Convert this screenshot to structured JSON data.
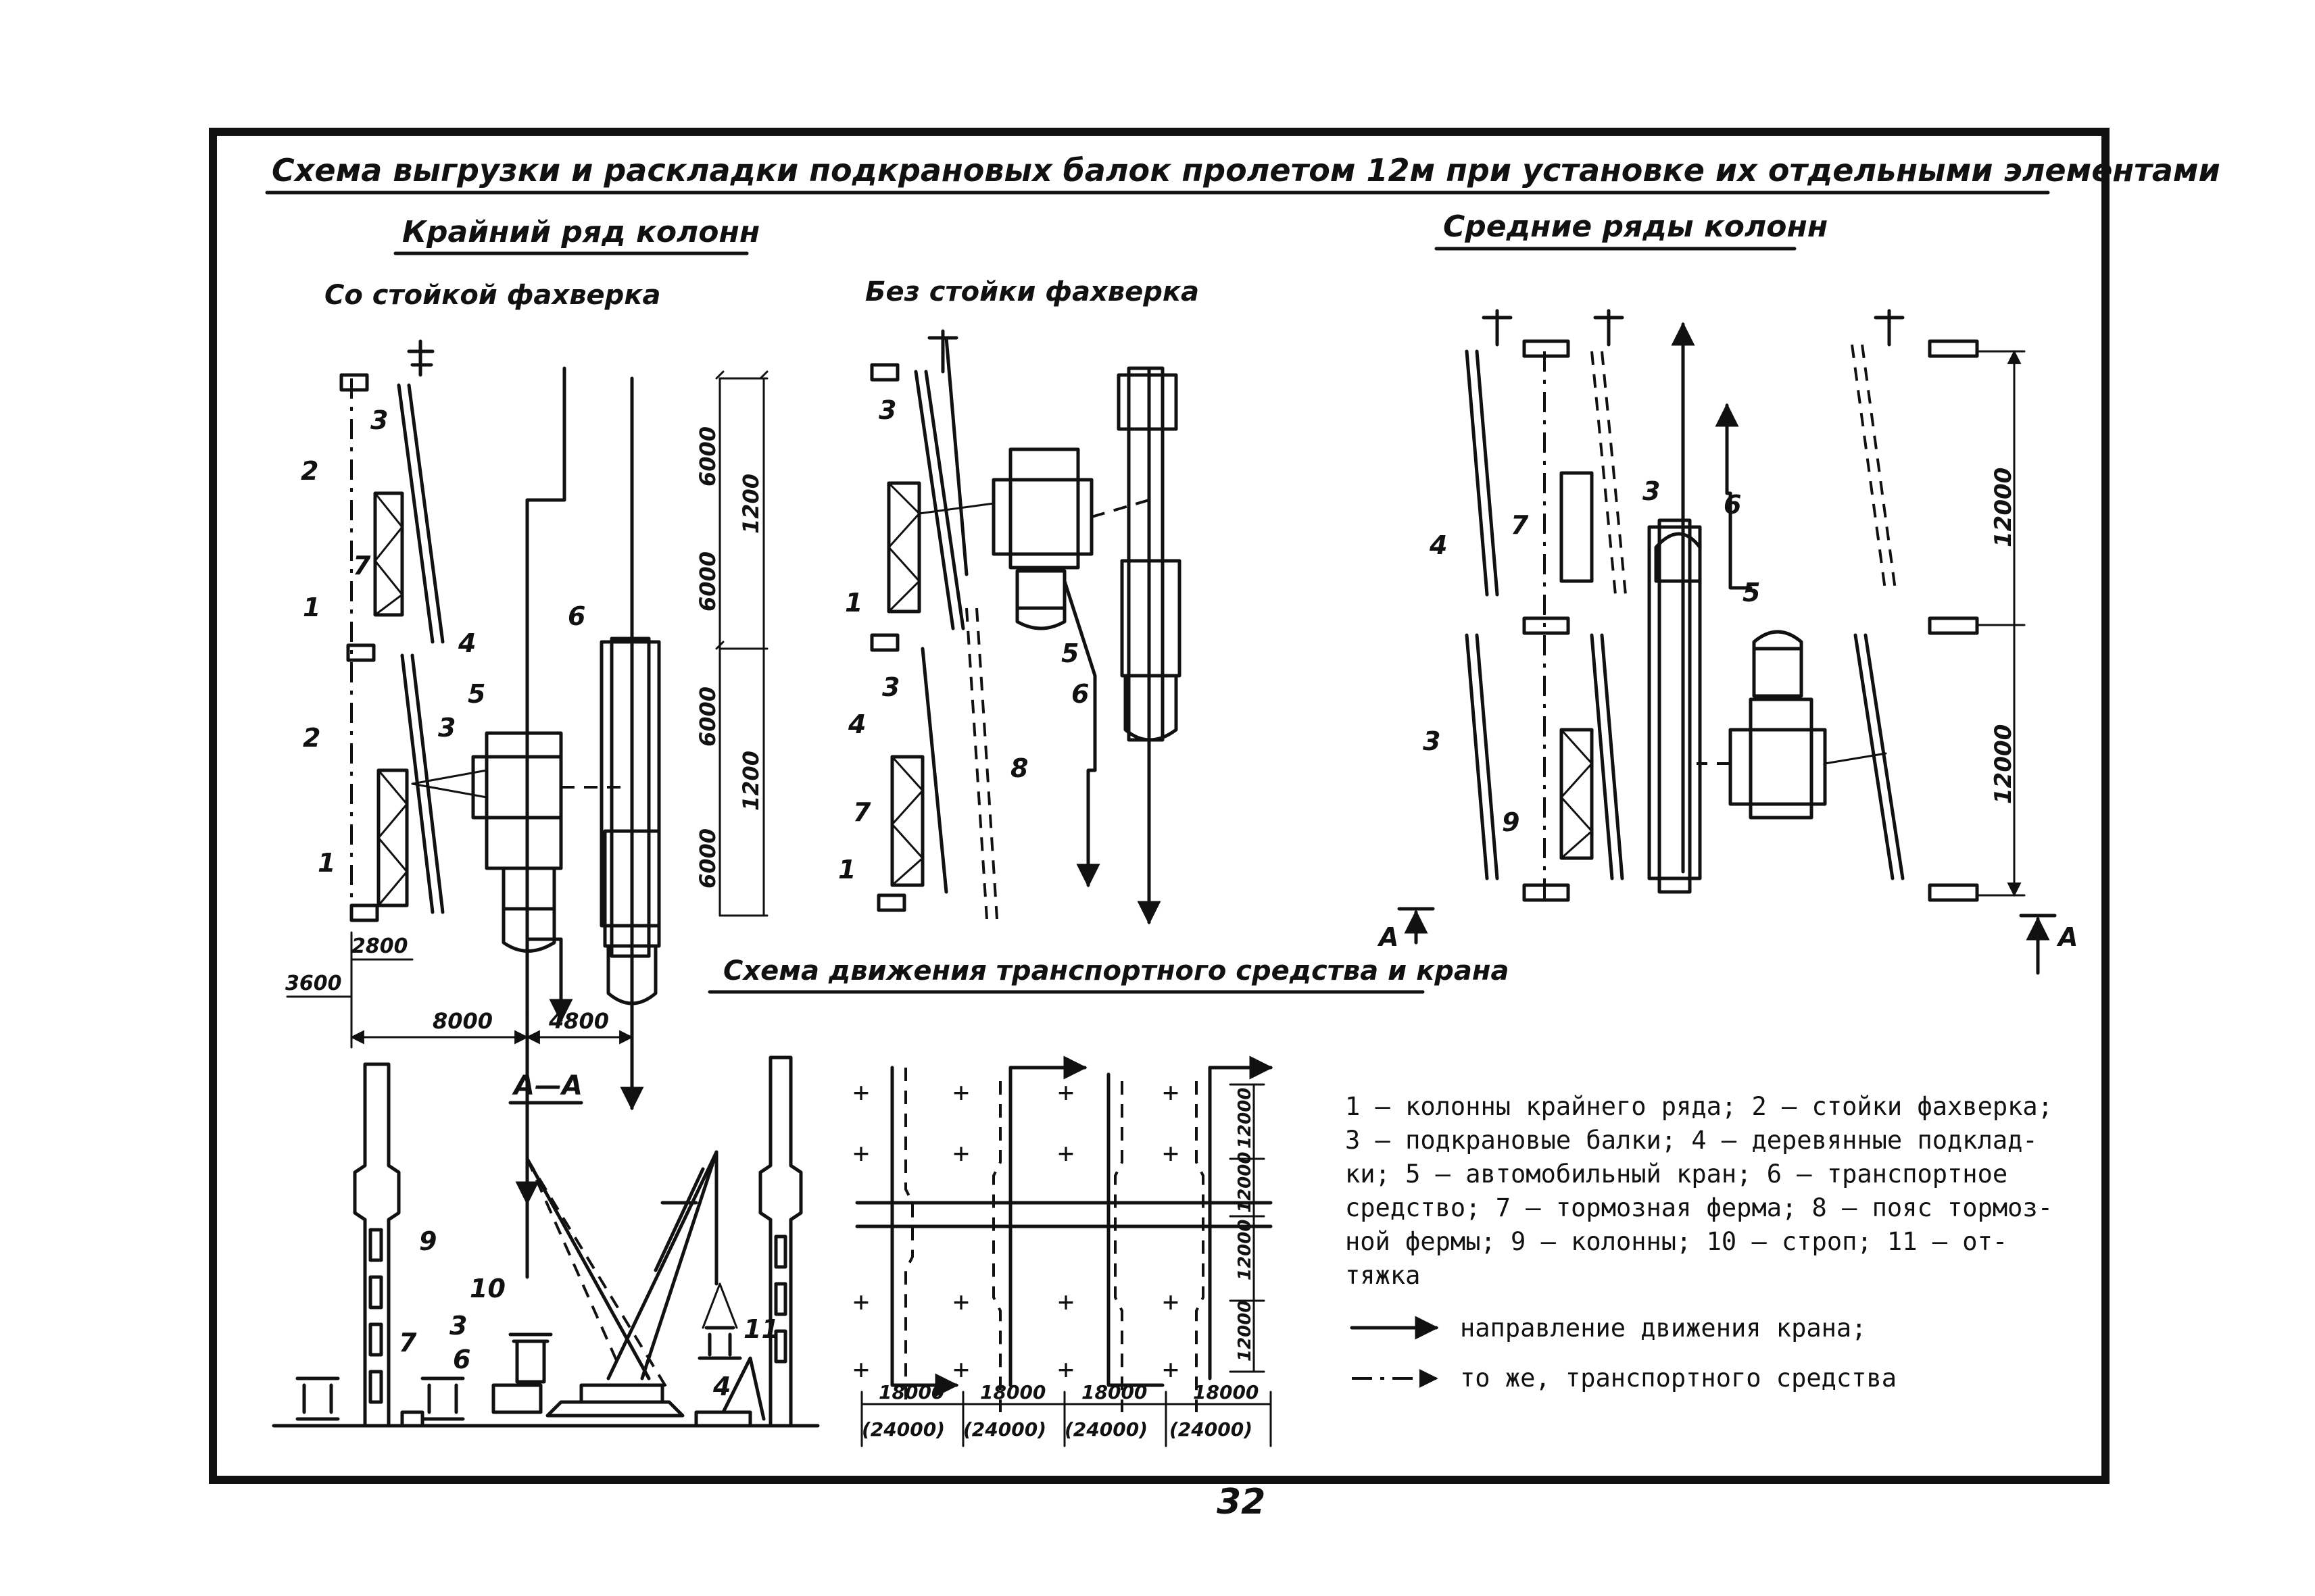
{
  "title": "Схема выгрузки и раскладки подкрановых балок пролетом 12м при установке их отдельными элементами",
  "sections": {
    "outer_row": "Крайний ряд колонн",
    "middle_rows": "Средние ряды колонн",
    "with_post": "Со стойкой фахверка",
    "without_post": "Без стойки фахверка",
    "motion_scheme": "Схема движения транспортного средства и крана",
    "section": "А—А",
    "section_mark_left": "А",
    "section_mark_right": "А"
  },
  "dimensions": {
    "d6000": "6000",
    "d1200": "1200",
    "d12000": "12000",
    "d3600": "3600",
    "d2800": "2800",
    "d8000": "8000",
    "d4800": "4800",
    "d18000": "18000",
    "d24000": "(24000)"
  },
  "numbers": [
    "1",
    "2",
    "3",
    "4",
    "5",
    "6",
    "7",
    "8",
    "9",
    "10",
    "11"
  ],
  "legend": {
    "lines": [
      "1 – колонны крайнего ряда; 2 – стойки фахверка;",
      "3 – подкрановые балки; 4 – деревянные подклад-",
      "ки; 5 – автомобильный кран; 6 – транспортное",
      "средство; 7 – тормозная ферма; 8 – пояс тормоз-",
      "ной фермы; 9 – колонны; 10 – строп; 11 – от-",
      "тяжка"
    ],
    "crane_direction": "направление движения крана;",
    "vehicle_direction": "то же, транспортного средства"
  },
  "page_number": "32"
}
